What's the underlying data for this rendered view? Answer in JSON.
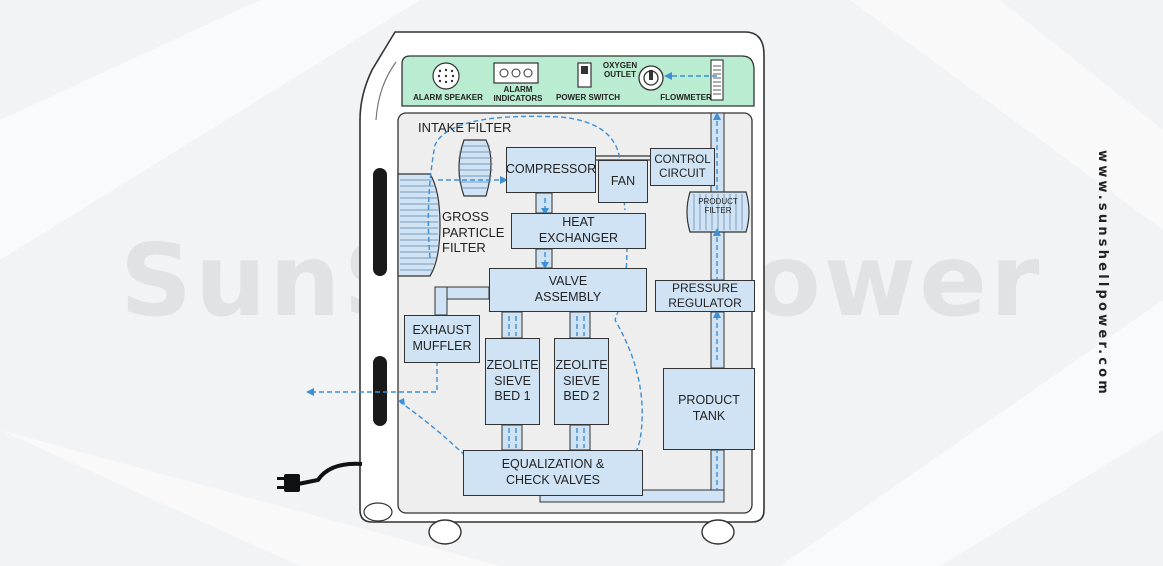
{
  "brand": {
    "watermark": "SunShell Power",
    "website": "www.sunshellpower.com"
  },
  "control_panel": {
    "alarm_speaker": "ALARM SPEAKER",
    "alarm_indicators": "ALARM\nINDICATORS",
    "power_switch": "POWER SWITCH",
    "oxygen_outlet": "OXYGEN\nOUTLET",
    "flowmeter": "FLOWMETER"
  },
  "components": {
    "intake_filter": "INTAKE  FILTER",
    "gross_particle_filter": "GROSS\nPARTICLE\nFILTER",
    "compressor": "COMPRESSOR",
    "fan": "FAN",
    "control_circuit": "CONTROL\nCIRCUIT",
    "product_filter": "PRODUCT\nFILTER",
    "heat_exchanger": "HEAT\nEXCHANGER",
    "valve_assembly": "VALVE\nASSEMBLY",
    "pressure_regulator": "PRESSURE\nREGULATOR",
    "exhaust_muffler": "EXHAUST\nMUFFLER",
    "sieve_bed_1": "ZEOLITE\nSIEVE\nBED 1",
    "sieve_bed_2": "ZEOLITE\nSIEVE\nBED 2",
    "product_tank": "PRODUCT\nTANK",
    "equalization_valves": "EQUALIZATION &\nCHECK VALVES"
  },
  "colors": {
    "panel_green": "#b9ecd1",
    "component_blue": "#cfe3f4",
    "flow_arrow": "#3d8fd6",
    "outline": "#333333"
  }
}
